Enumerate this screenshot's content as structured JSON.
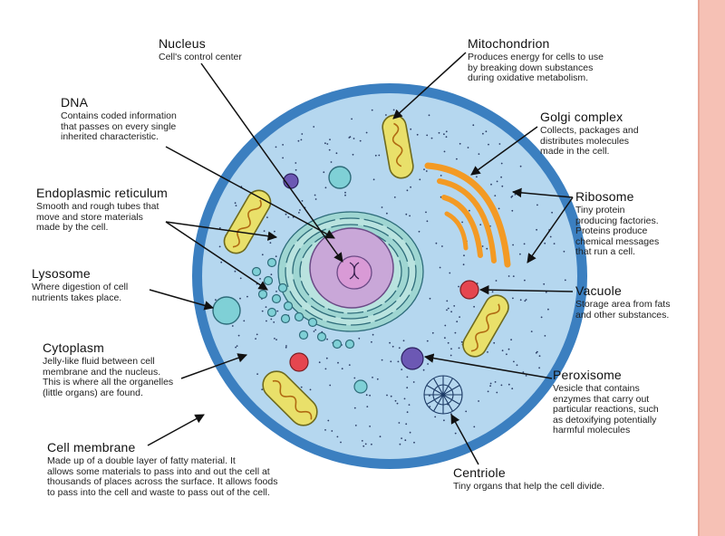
{
  "colors": {
    "membrane": "#3b7fc0",
    "cytoplasm": "#b5d7ef",
    "nucleus": "#c9a7d8",
    "nucleolus": "#d2a0cf",
    "er": "#8fd0cc",
    "mitochondria": "#e9e06a",
    "golgi": "#f39a24",
    "vesicle": "#7fd0d6",
    "vacuole": "#e5464f",
    "peroxisome": "#6c58b4",
    "accent_edge": "#f6c1b5"
  },
  "labels": {
    "nucleus": {
      "title": "Nucleus",
      "desc": "Cell's control center"
    },
    "dna": {
      "title": "DNA",
      "desc": "Contains coded information\nthat passes on every single\ninherited characteristic."
    },
    "er": {
      "title": "Endoplasmic reticulum",
      "desc": "Smooth and rough tubes that\nmove and store materials\nmade by the cell."
    },
    "lysosome": {
      "title": "Lysosome",
      "desc": "Where digestion of cell\nnutrients takes place."
    },
    "cytoplasm": {
      "title": "Cytoplasm",
      "desc": "Jelly-like fluid between cell\nmembrane and the nucleus.\nThis is where all the organelles\n(little organs) are found."
    },
    "membrane": {
      "title": "Cell membrane",
      "desc": "Made up of a double layer of fatty material. It\nallows some materials to pass into and out the cell at\nthousands of places across the surface. It allows foods\nto pass into the cell and waste to pass out of the cell."
    },
    "mitochondrion": {
      "title": "Mitochondrion",
      "desc": "Produces energy for cells to use\nby breaking down substances\nduring oxidative metabolism."
    },
    "golgi": {
      "title": "Golgi complex",
      "desc": "Collects, packages and\ndistributes molecules\nmade in the cell."
    },
    "ribosome": {
      "title": "Ribosome",
      "desc": "Tiny protein\nproducing factories.\nProteins produce\nchemical messages\nthat run a cell."
    },
    "vacuole": {
      "title": "Vacuole",
      "desc": "Storage area from fats\nand other substances."
    },
    "peroxisome": {
      "title": "Peroxisome",
      "desc": "Vesicle that contains\nenzymes that carry out\nparticular reactions, such\nas detoxifying potentially\nharmful molecules"
    },
    "centriole": {
      "title": "Centriole",
      "desc": "Tiny organs that help the cell divide."
    }
  }
}
